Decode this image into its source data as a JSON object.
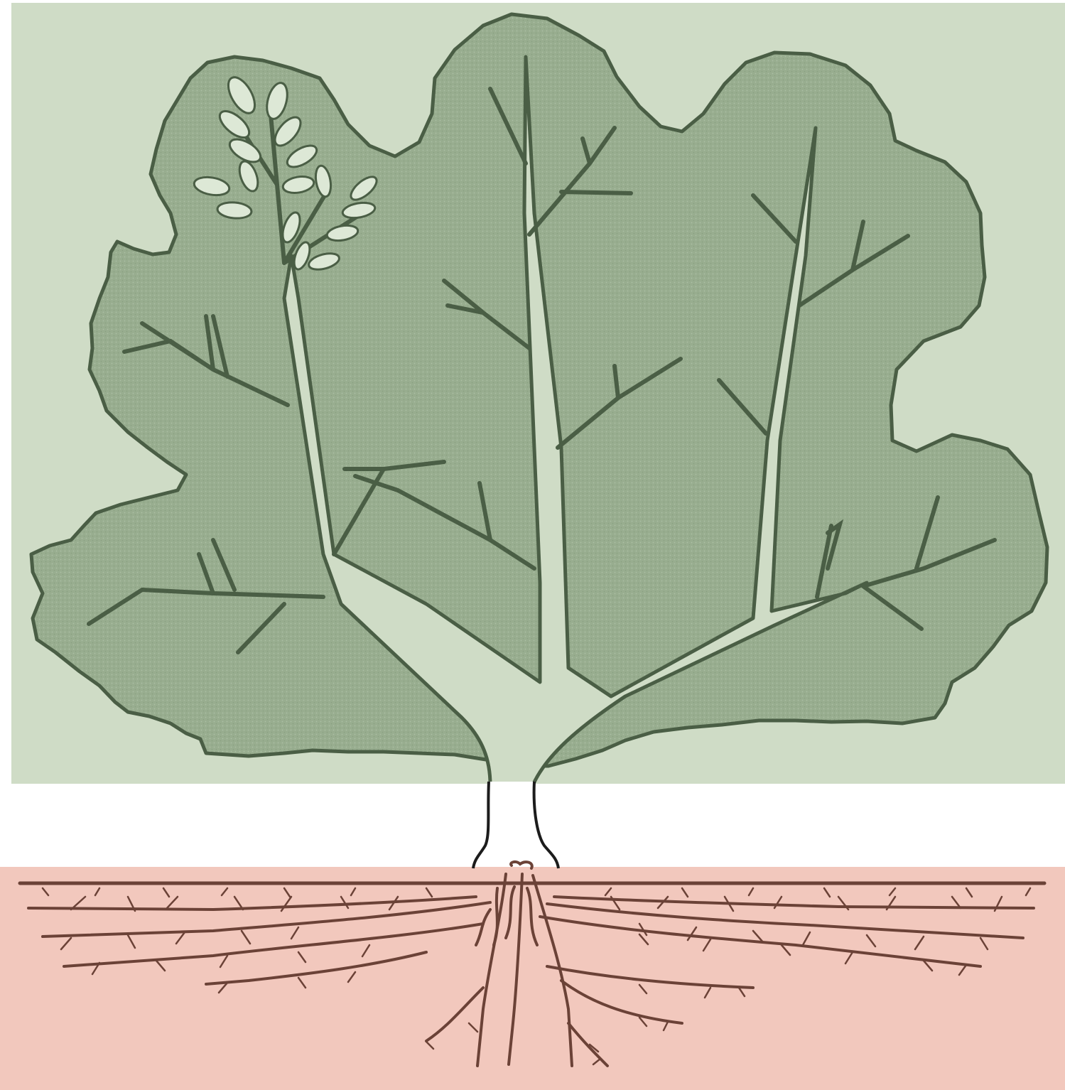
{
  "figure": {
    "colors": {
      "sky_band": "#cfdcc6",
      "middle_band": "#ffffff",
      "soil_band": "#f2c8bd",
      "canopy_fill": "#98ad8f",
      "canopy_outline": "#4a5e45",
      "branch_fill": "#cfdcc6",
      "leaf_fill": "#dde8d6",
      "trunk_outline": "#1c1c1c",
      "root_color": "#6b4237"
    },
    "icons": [
      "tree-canopy",
      "leaf-sprig",
      "trunk",
      "root-system"
    ]
  }
}
